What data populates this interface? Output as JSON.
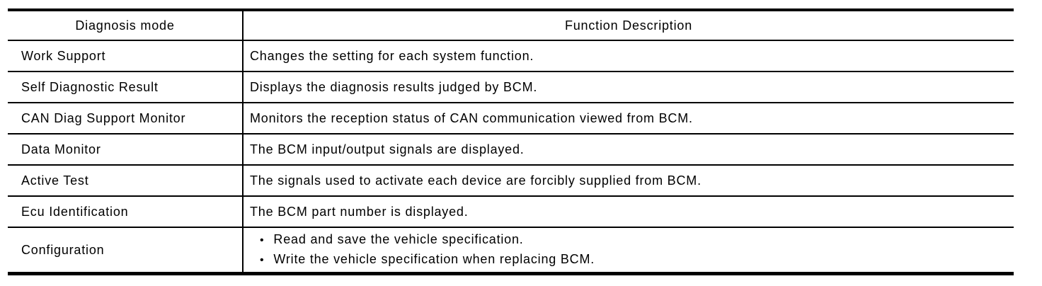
{
  "page": {
    "background": "#ffffff"
  },
  "table": {
    "border_color": "#000000",
    "text_color": "#000000",
    "bullet_char": "•",
    "headers": {
      "mode": "Diagnosis mode",
      "description": "Function Description"
    },
    "rows": [
      {
        "mode": "Work Support",
        "description": "Changes the setting for each system function."
      },
      {
        "mode": "Self Diagnostic Result",
        "description": "Displays the diagnosis results judged by BCM."
      },
      {
        "mode": "CAN Diag Support Monitor",
        "description": "Monitors the reception status of CAN communication viewed from BCM."
      },
      {
        "mode": "Data Monitor",
        "description": "The BCM input/output signals are displayed."
      },
      {
        "mode": "Active Test",
        "description": "The signals used to activate each device are forcibly supplied from BCM."
      },
      {
        "mode": "Ecu Identification",
        "description": "The BCM part number is displayed."
      },
      {
        "mode": "Configuration",
        "bullets": [
          "Read and save the vehicle specification.",
          "Write the vehicle specification when replacing BCM."
        ]
      }
    ]
  }
}
